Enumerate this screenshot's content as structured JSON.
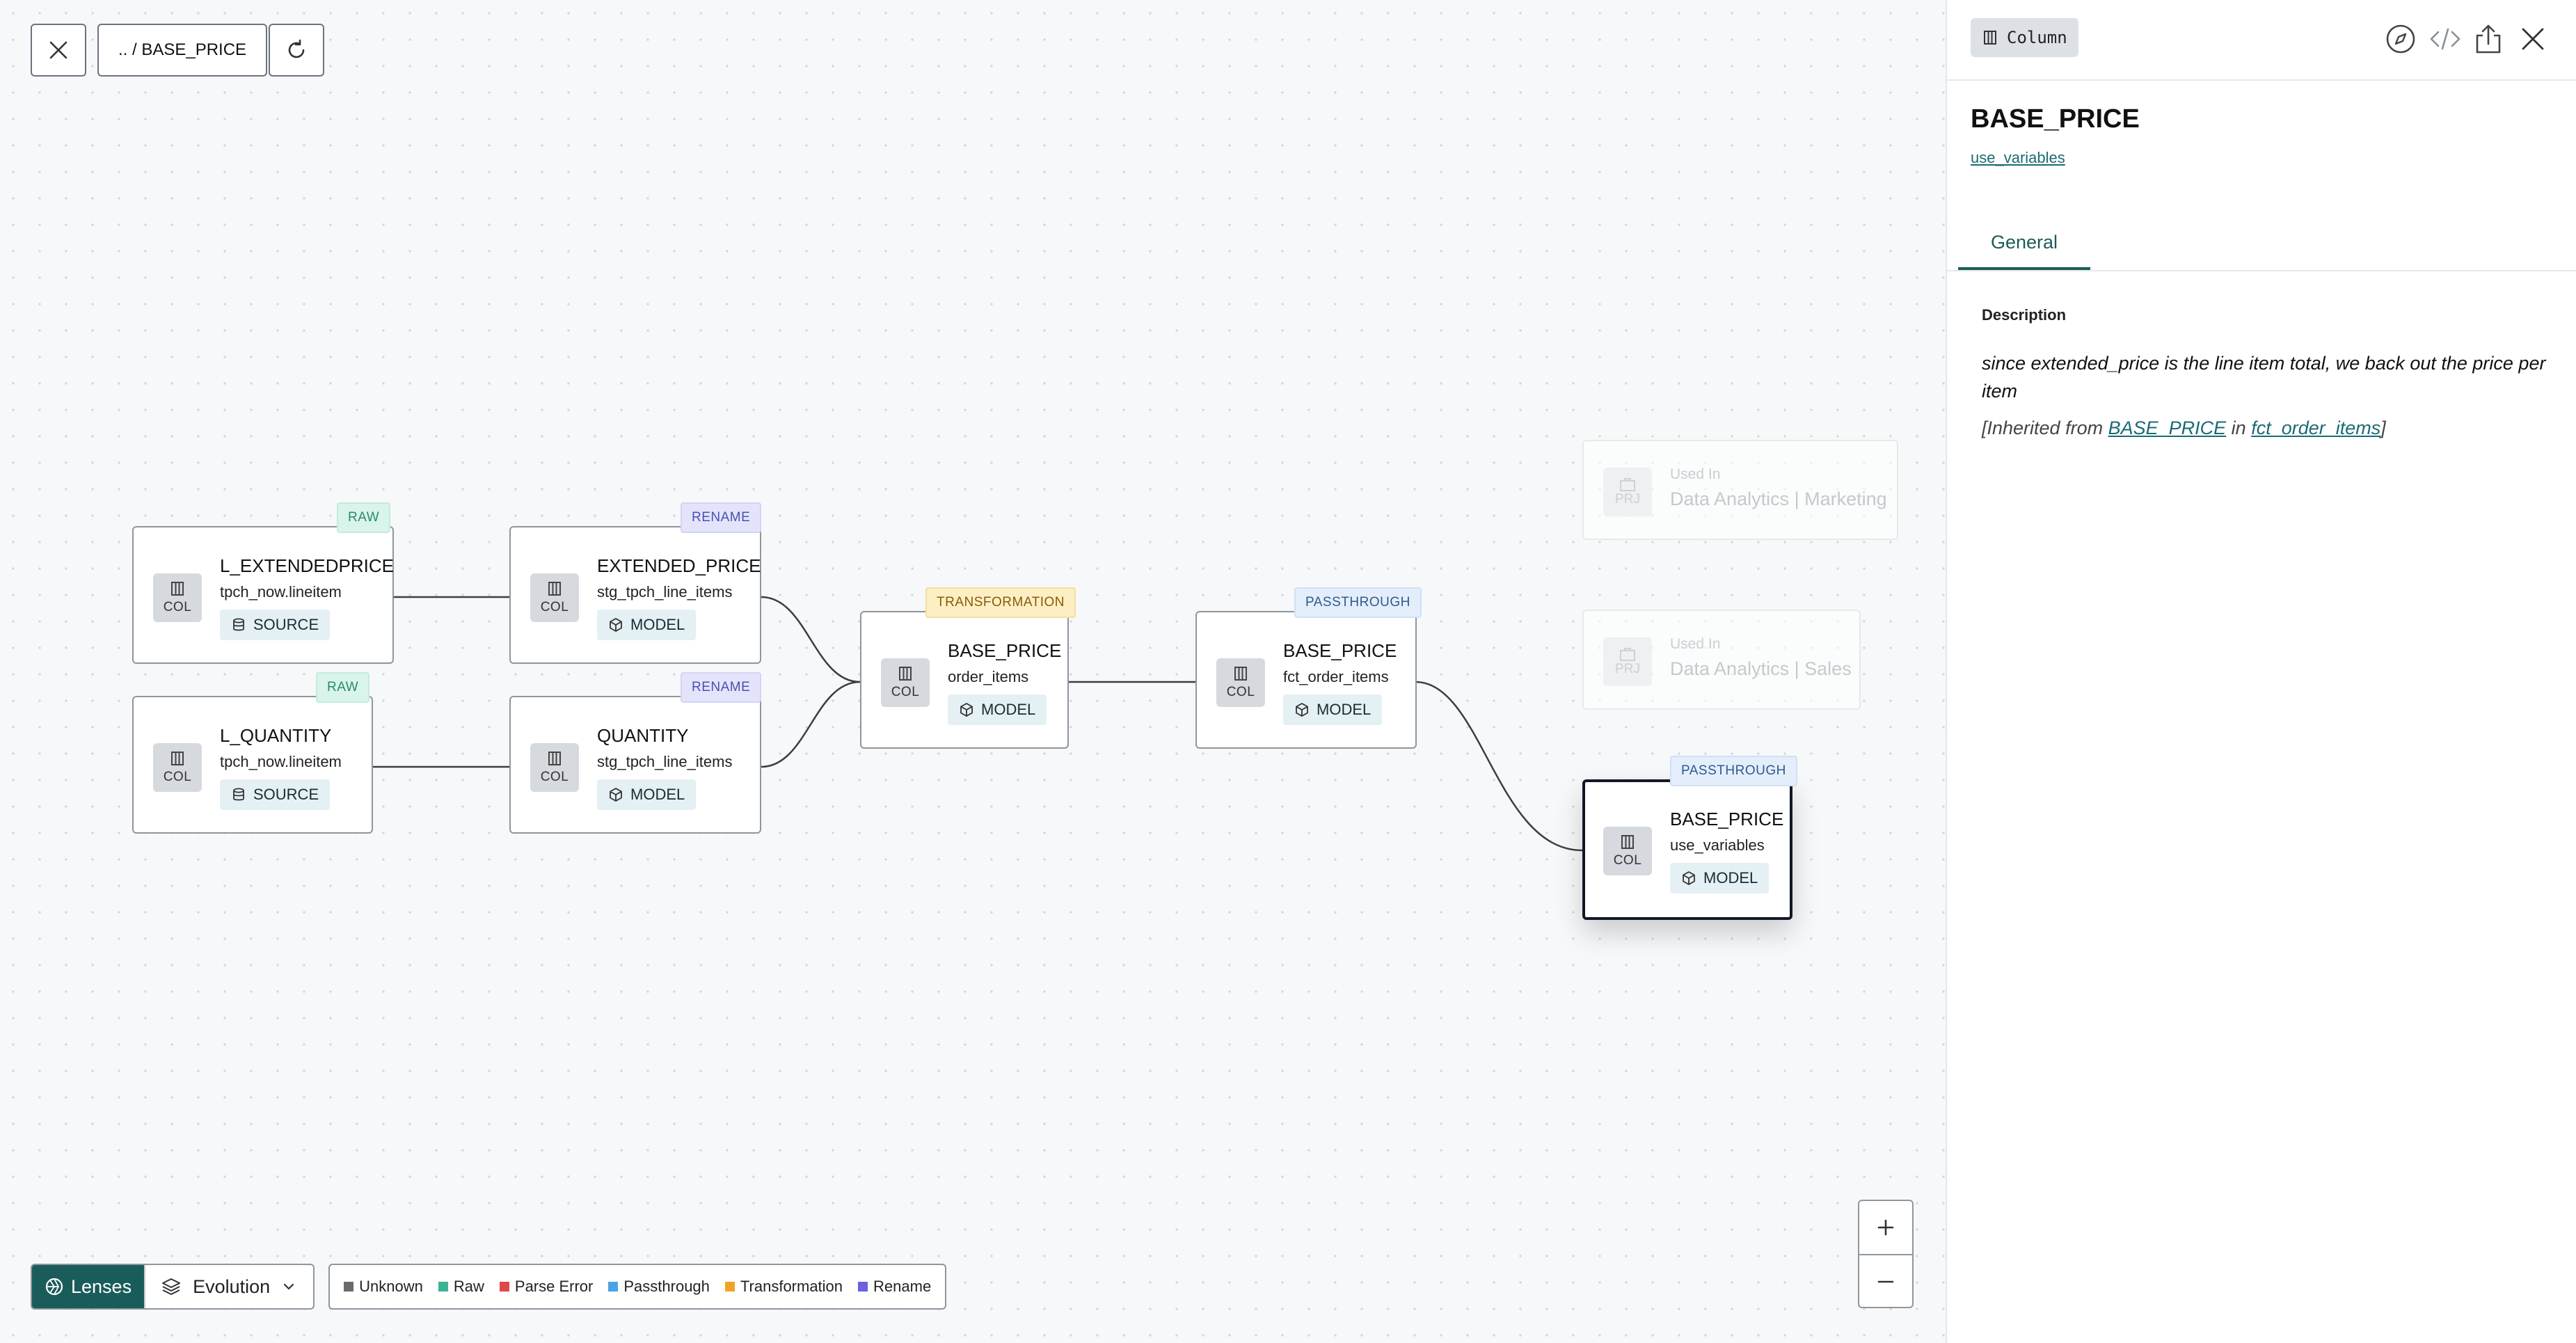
{
  "toolbar": {
    "close_icon": "close-icon",
    "breadcrumb": ".. / BASE_PRICE",
    "refresh_icon": "refresh-icon"
  },
  "nodes": [
    {
      "title": "L_EXTENDEDPRICE",
      "sub": "tpch_now.lineitem",
      "tag": "SOURCE",
      "tag_icon": "database-icon",
      "badge": "RAW",
      "col": "COL"
    },
    {
      "title": "L_QUANTITY",
      "sub": "tpch_now.lineitem",
      "tag": "SOURCE",
      "tag_icon": "database-icon",
      "badge": "RAW",
      "col": "COL"
    },
    {
      "title": "EXTENDED_PRICE",
      "sub": "stg_tpch_line_items",
      "tag": "MODEL",
      "tag_icon": "cube-icon",
      "badge": "RENAME",
      "col": "COL"
    },
    {
      "title": "QUANTITY",
      "sub": "stg_tpch_line_items",
      "tag": "MODEL",
      "tag_icon": "cube-icon",
      "badge": "RENAME",
      "col": "COL"
    },
    {
      "title": "BASE_PRICE",
      "sub": "order_items",
      "tag": "MODEL",
      "tag_icon": "cube-icon",
      "badge": "TRANSFORMATION",
      "col": "COL"
    },
    {
      "title": "BASE_PRICE",
      "sub": "fct_order_items",
      "tag": "MODEL",
      "tag_icon": "cube-icon",
      "badge": "PASSTHROUGH",
      "col": "COL"
    },
    {
      "title": "BASE_PRICE",
      "sub": "use_variables",
      "tag": "MODEL",
      "tag_icon": "cube-icon",
      "badge": "PASSTHROUGH",
      "col": "COL"
    }
  ],
  "ghosts": [
    {
      "used_in": "Used In",
      "name": "Data Analytics | Marketing",
      "icon": "PRJ"
    },
    {
      "used_in": "Used In",
      "name": "Data Analytics | Sales",
      "icon": "PRJ"
    }
  ],
  "zoom": {
    "in": "+",
    "out": "−"
  },
  "bottom": {
    "lenses": "Lenses",
    "evolution": "Evolution",
    "legend": [
      {
        "label": "Unknown",
        "color": "#6b6b6b"
      },
      {
        "label": "Raw",
        "color": "#3bb394"
      },
      {
        "label": "Parse Error",
        "color": "#e04848"
      },
      {
        "label": "Passthrough",
        "color": "#4aa3e6"
      },
      {
        "label": "Transformation",
        "color": "#f0a426"
      },
      {
        "label": "Rename",
        "color": "#6a62e0"
      }
    ]
  },
  "panel": {
    "type_label": "Column",
    "title": "BASE_PRICE",
    "model_link": "use_variables",
    "tab": "General",
    "description_label": "Description",
    "description": "since extended_price is the line item total, we back out the price per item",
    "inherited_prefix": "[Inherited from ",
    "inherited_column": "BASE_PRICE",
    "inherited_middle": " in ",
    "inherited_model": "fct_order_items",
    "inherited_suffix": "]"
  },
  "colors": {
    "accent": "#1a5c5a",
    "link": "#1a6b74"
  }
}
